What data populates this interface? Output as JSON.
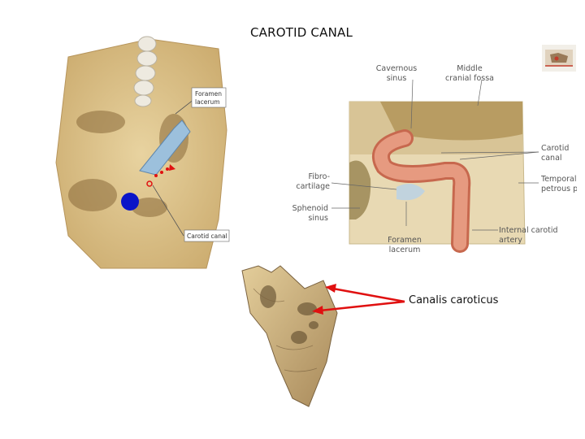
{
  "title": "CAROTID CANAL",
  "left_figure": {
    "label_foramen": [
      "Foramen",
      "lacerum"
    ],
    "label_carotid": "Carotid canal"
  },
  "right_figure": {
    "labels": {
      "cavernous_sinus": [
        "Cavernous",
        "sinus"
      ],
      "middle_cranial_fossa": [
        "Middle",
        "cranial fossa"
      ],
      "carotid_canal": [
        "Carotid",
        "canal"
      ],
      "temporal_petrous": [
        "Temporal",
        "petrous p"
      ],
      "fibrocartilage": [
        "Fibro-",
        "cartilage"
      ],
      "sphenoid_sinus": [
        "Sphenoid",
        "sinus"
      ],
      "foramen_lacerum": [
        "Foramen",
        "lacerum"
      ],
      "internal_carotid_artery": [
        "Internal carotid",
        "artery"
      ]
    }
  },
  "bottom_figure": {
    "label": "Canalis caroticus"
  },
  "colors": {
    "bone": "#d9c08a",
    "artery": "#d98a70",
    "arrow": "#e01010",
    "marker_dot": "#0a14c8",
    "cartilage": "#9cc0dc"
  }
}
